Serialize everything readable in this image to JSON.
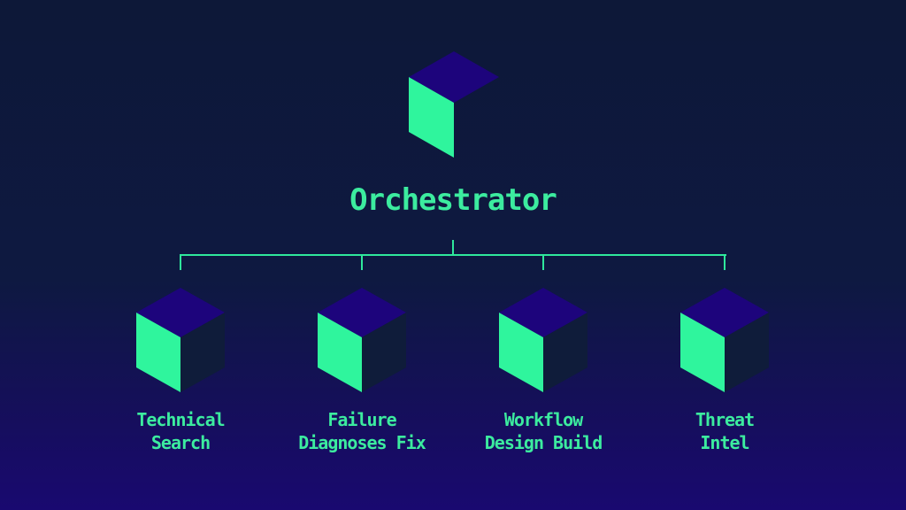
{
  "root": {
    "label": "Orchestrator",
    "icon": "isometric-cube"
  },
  "children": [
    {
      "line1": "Technical",
      "line2": "Search"
    },
    {
      "line1": "Failure",
      "line2": "Diagnoses Fix"
    },
    {
      "line1": "Workflow",
      "line2": "Design Build"
    },
    {
      "line1": "Threat",
      "line2": "Intel"
    }
  ],
  "colors": {
    "background_top": "#0d1838",
    "background_bottom": "#190970",
    "cube_top_face": "#1d047c",
    "cube_left_face": "#2ff59d",
    "cube_right_face": "#0f1c3a",
    "connector_line": "#2fe89c",
    "text_green": "#3cec9f"
  }
}
